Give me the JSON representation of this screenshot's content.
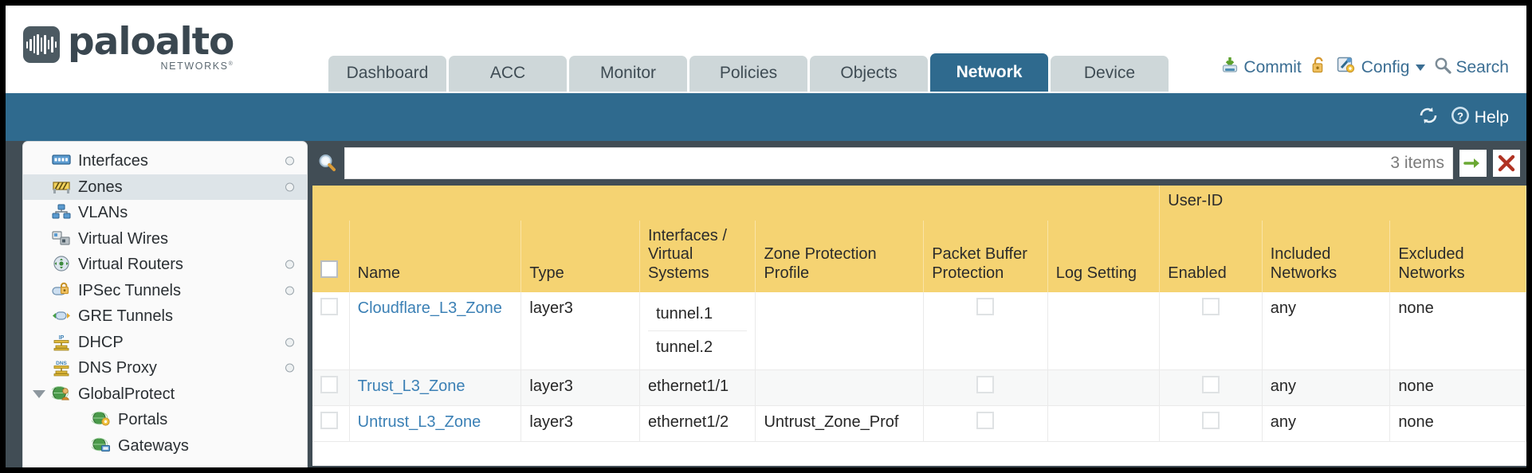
{
  "brand": {
    "name_word": "paloalto",
    "name_sub": "NETWORKS",
    "registered": "®"
  },
  "header": {
    "tabs": [
      {
        "label": "Dashboard",
        "active": false
      },
      {
        "label": "ACC",
        "active": false
      },
      {
        "label": "Monitor",
        "active": false
      },
      {
        "label": "Policies",
        "active": false
      },
      {
        "label": "Objects",
        "active": false
      },
      {
        "label": "Network",
        "active": true
      },
      {
        "label": "Device",
        "active": false
      }
    ],
    "actions": {
      "commit": "Commit",
      "config": "Config",
      "search": "Search"
    }
  },
  "bluebar": {
    "help": "Help"
  },
  "sidebar": {
    "items": [
      {
        "label": "Interfaces",
        "icon": "interfaces-icon",
        "selected": false,
        "dot": true,
        "child": false,
        "expander": false
      },
      {
        "label": "Zones",
        "icon": "zones-icon",
        "selected": true,
        "dot": true,
        "child": false,
        "expander": false
      },
      {
        "label": "VLANs",
        "icon": "vlans-icon",
        "selected": false,
        "dot": false,
        "child": false,
        "expander": false
      },
      {
        "label": "Virtual Wires",
        "icon": "virtual-wires-icon",
        "selected": false,
        "dot": false,
        "child": false,
        "expander": false
      },
      {
        "label": "Virtual Routers",
        "icon": "virtual-routers-icon",
        "selected": false,
        "dot": true,
        "child": false,
        "expander": false
      },
      {
        "label": "IPSec Tunnels",
        "icon": "ipsec-tunnels-icon",
        "selected": false,
        "dot": true,
        "child": false,
        "expander": false
      },
      {
        "label": "GRE Tunnels",
        "icon": "gre-tunnels-icon",
        "selected": false,
        "dot": false,
        "child": false,
        "expander": false
      },
      {
        "label": "DHCP",
        "icon": "dhcp-icon",
        "selected": false,
        "dot": true,
        "child": false,
        "expander": false
      },
      {
        "label": "DNS Proxy",
        "icon": "dns-proxy-icon",
        "selected": false,
        "dot": true,
        "child": false,
        "expander": false
      },
      {
        "label": "GlobalProtect",
        "icon": "globalprotect-icon",
        "selected": false,
        "dot": false,
        "child": false,
        "expander": true
      },
      {
        "label": "Portals",
        "icon": "portals-icon",
        "selected": false,
        "dot": false,
        "child": true,
        "expander": false
      },
      {
        "label": "Gateways",
        "icon": "gateways-icon",
        "selected": false,
        "dot": false,
        "child": true,
        "expander": false
      }
    ]
  },
  "search": {
    "value": "",
    "placeholder": "",
    "items_count": "3 items"
  },
  "table": {
    "group_header": "User-ID",
    "columns": [
      "Name",
      "Type",
      "Interfaces / Virtual Systems",
      "Zone Protection Profile",
      "Packet Buffer Protection",
      "Log Setting",
      "Enabled",
      "Included Networks",
      "Excluded Networks"
    ],
    "rows": [
      {
        "name": "Cloudflare_L3_Zone",
        "type": "layer3",
        "interfaces": [
          "tunnel.1",
          "tunnel.2"
        ],
        "zone_protection_profile": "",
        "packet_buffer_protection": false,
        "log_setting": "",
        "userid_enabled": false,
        "included_networks": "any",
        "excluded_networks": "none"
      },
      {
        "name": "Trust_L3_Zone",
        "type": "layer3",
        "interfaces": [
          "ethernet1/1"
        ],
        "zone_protection_profile": "",
        "packet_buffer_protection": false,
        "log_setting": "",
        "userid_enabled": false,
        "included_networks": "any",
        "excluded_networks": "none"
      },
      {
        "name": "Untrust_L3_Zone",
        "type": "layer3",
        "interfaces": [
          "ethernet1/2"
        ],
        "zone_protection_profile": "Untrust_Zone_Prof",
        "packet_buffer_protection": false,
        "log_setting": "",
        "userid_enabled": false,
        "included_networks": "any",
        "excluded_networks": "none"
      }
    ]
  },
  "colors": {
    "brand_blue": "#2f6a8e",
    "header_yellow": "#f5d372",
    "group_yellow": "#e8c163",
    "link_blue": "#3b80b5",
    "page_dark": "#414d55"
  }
}
